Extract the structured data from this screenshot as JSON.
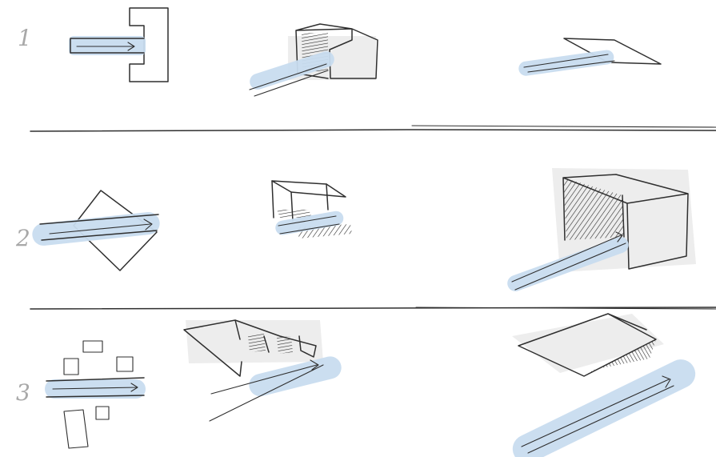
{
  "rows": [
    {
      "number": "1"
    },
    {
      "number": "2"
    },
    {
      "number": "3"
    }
  ],
  "colors": {
    "arrow_band": "#c8dcef",
    "ink": "#2f2f2f",
    "row_number": "#a8a8a8",
    "shadow": "#ededed"
  }
}
